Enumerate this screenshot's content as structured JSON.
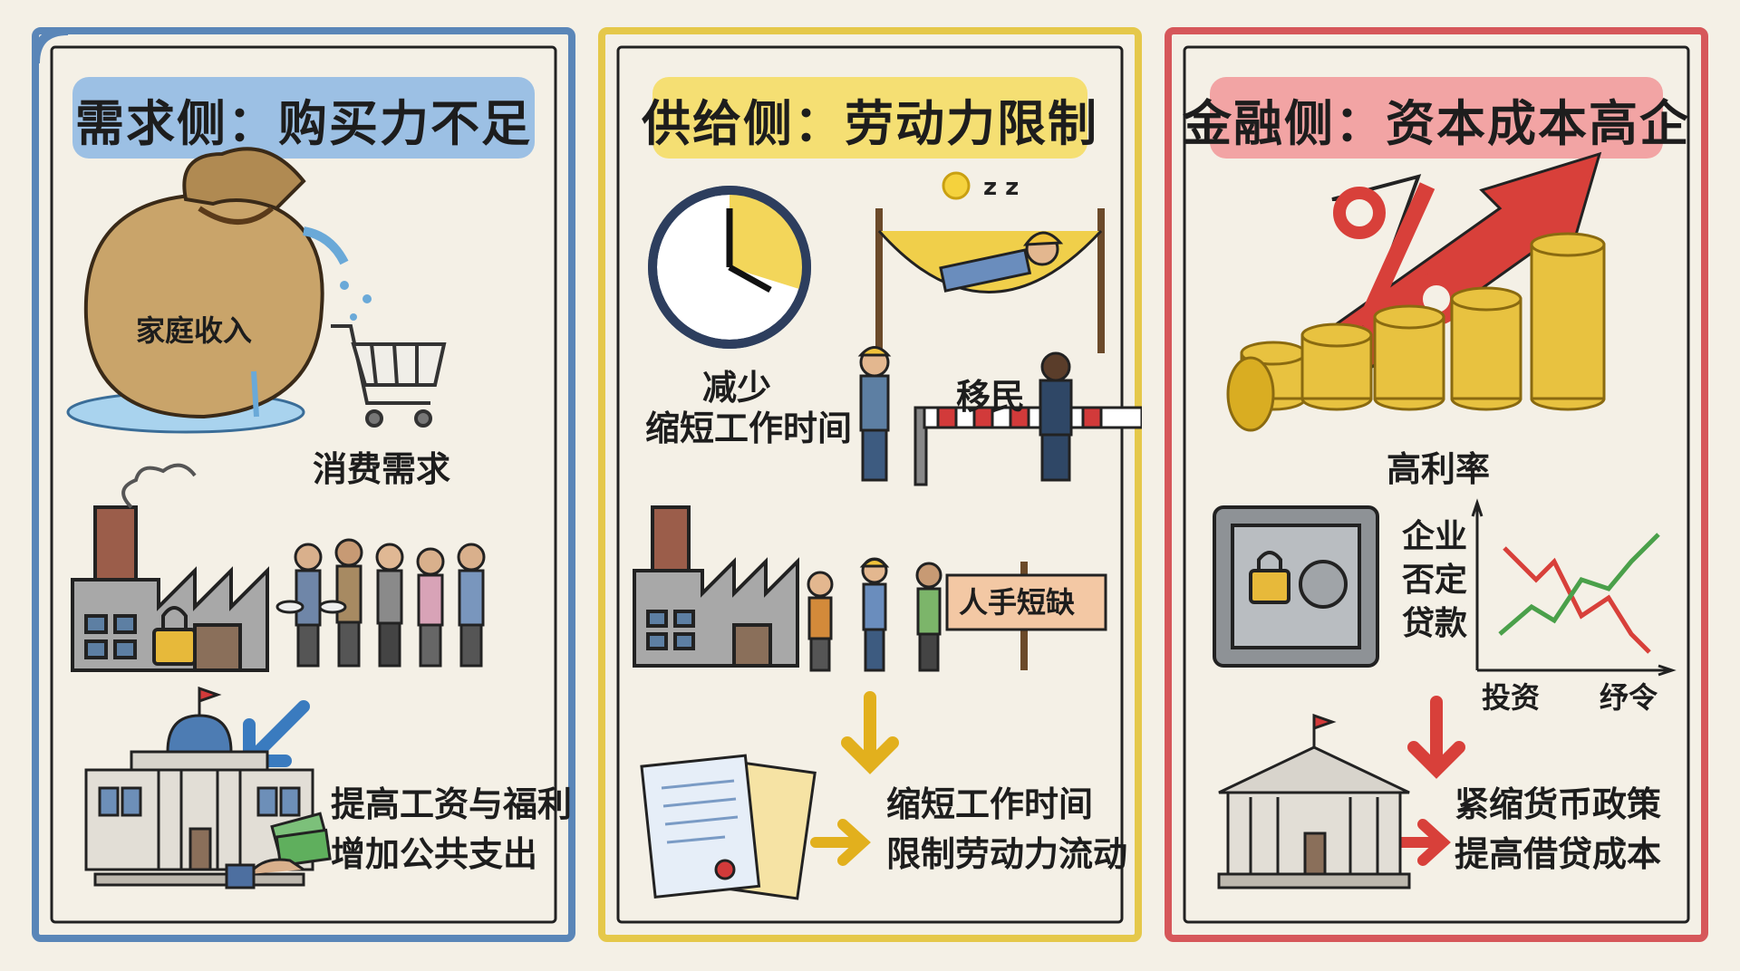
{
  "colors": {
    "background": "#f4f0e6",
    "demand_frame": "#5a86b8",
    "demand_title_band": "#9cc0e4",
    "supply_frame": "#e5c84a",
    "supply_title_band": "#f5df73",
    "finance_frame": "#d6575a",
    "finance_title_band": "#f2a4a4"
  },
  "demand": {
    "title": "需求侧：购买力不足",
    "bag_label": "家庭收入",
    "consumption_label": "消费需求",
    "policy_line1": "提高工资与福利",
    "policy_line2": "增加公共支出"
  },
  "supply": {
    "title": "供给侧：劳动力限制",
    "reduce_label": "减少",
    "shorten_label": "缩短工作时间",
    "migration_label": "移民",
    "shortage_sign": "人手短缺",
    "policy_line1": "缩短工作时间",
    "policy_line2": "限制劳动力流动"
  },
  "finance": {
    "title": "金融侧：资本成本高企",
    "rate_label": "高利率",
    "loan_line1": "企业",
    "loan_line2": "否定",
    "loan_line3": "贷款",
    "axis_label_left": "投资",
    "axis_label_right": "纾令",
    "policy_line1": "紧缩货币政策",
    "policy_line2": "提高借贷成本"
  }
}
